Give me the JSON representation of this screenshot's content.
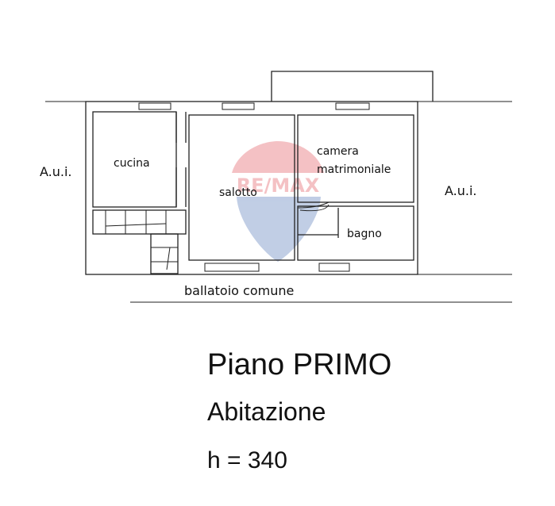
{
  "labels": {
    "aui_left": "A.u.i.",
    "aui_right": "A.u.i.",
    "cucina": "cucina",
    "salotto": "salotto",
    "camera_line1": "camera",
    "camera_line2": "matrimoniale",
    "bagno": "bagno",
    "ballatoio": "ballatoio comune"
  },
  "caption": {
    "floor": "Piano PRIMO",
    "use": "Abitazione",
    "height": "h = 340"
  },
  "watermark": {
    "brand": "RE/MAX",
    "red": "#d9262f",
    "blue": "#1f4fa3"
  },
  "colors": {
    "line": "#222222",
    "text": "#111111"
  }
}
